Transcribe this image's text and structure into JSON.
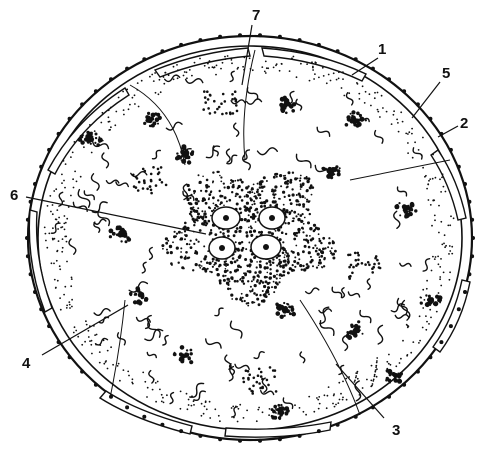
{
  "diagram": {
    "colors": {
      "ink": "#111111",
      "paper": "#ffffff"
    },
    "callouts": [
      {
        "id": "1",
        "label": "1"
      },
      {
        "id": "2",
        "label": "2"
      },
      {
        "id": "3",
        "label": "3"
      },
      {
        "id": "4",
        "label": "4"
      },
      {
        "id": "5",
        "label": "5"
      },
      {
        "id": "6",
        "label": "6"
      },
      {
        "id": "7",
        "label": "7"
      }
    ]
  }
}
